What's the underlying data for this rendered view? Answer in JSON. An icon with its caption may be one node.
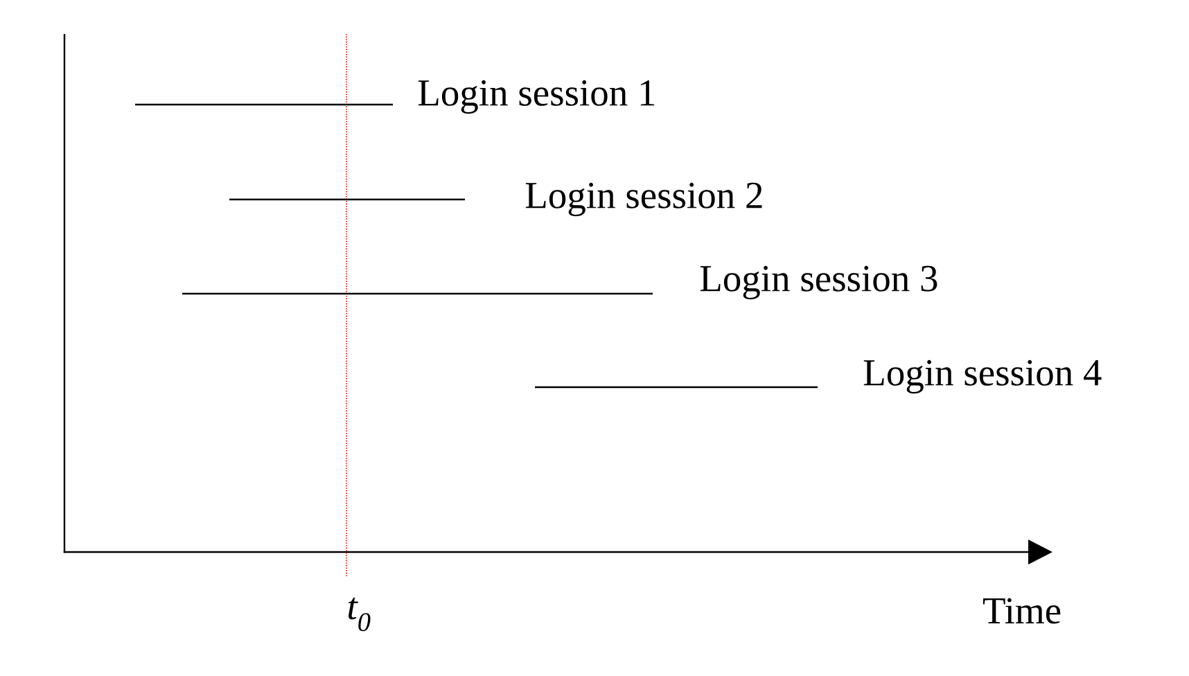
{
  "diagram": {
    "nodes": [
      {
        "text": [],
        "shape": "bar",
        "beside": [
          "Login session 1"
        ]
      },
      {
        "text": [],
        "shape": "bar",
        "beside": [
          "Login session 2"
        ]
      },
      {
        "text": [],
        "shape": "bar",
        "beside": [
          "Login session 3"
        ]
      },
      {
        "text": [],
        "shape": "bar",
        "beside": [
          "Login session 4"
        ]
      }
    ],
    "labels": [
      "t$_{0}$",
      "Time"
    ]
  }
}
